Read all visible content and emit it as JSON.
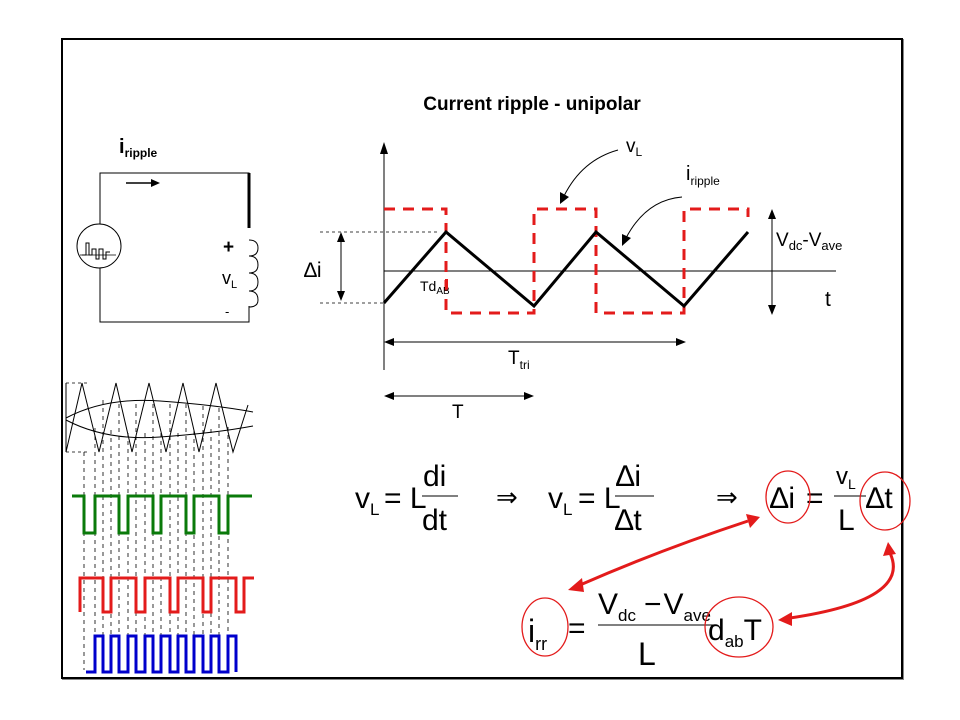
{
  "title": "Current ripple - unipolar",
  "circuit": {
    "i_main": "i",
    "i_sub": "ripple",
    "plus": "+",
    "minus": "-",
    "vl_main": "v",
    "vl_sub": "L"
  },
  "waveform": {
    "vl_main": "v",
    "vl_sub": "L",
    "iripple_main": "i",
    "iripple_sub": "ripple",
    "vdc_main": "V",
    "vdc_sub": "dc",
    "dash": "-V",
    "vave_sub": "ave",
    "delta_i": "∆i",
    "td_main": "Td",
    "td_sub": "AB",
    "t_label": "t",
    "ttri_main": "T",
    "ttri_sub": "tri",
    "T_label": "T"
  },
  "equations": {
    "eq1_lhs_main": "v",
    "eq1_lhs_sub": "L",
    "eq1_eq": "= L",
    "eq1_num": "di",
    "eq1_den": "dt",
    "implies": "⇒",
    "eq2_lhs_main": "v",
    "eq2_lhs_sub": "L",
    "eq2_eq": "= L",
    "eq2_num": "∆i",
    "eq2_den": "∆t",
    "eq3_di": "∆i",
    "eq3_eq": "=",
    "eq3_num_main": "v",
    "eq3_num_sub": "L",
    "eq3_den": "L",
    "eq3_dt": "∆t",
    "eq4_lhs_main": "i",
    "eq4_lhs_sub": "rr",
    "eq4_eq": "=",
    "eq4_num_v1": "V",
    "eq4_num_dc": "dc",
    "eq4_num_minus": "−",
    "eq4_num_v2": "V",
    "eq4_num_ave": "ave",
    "eq4_den": "L",
    "eq4_d": "d",
    "eq4_ab": "ab",
    "eq4_T": "T"
  },
  "colors": {
    "red": "#e31b1b",
    "green": "#0a7a0a",
    "blue": "#0000cc"
  }
}
